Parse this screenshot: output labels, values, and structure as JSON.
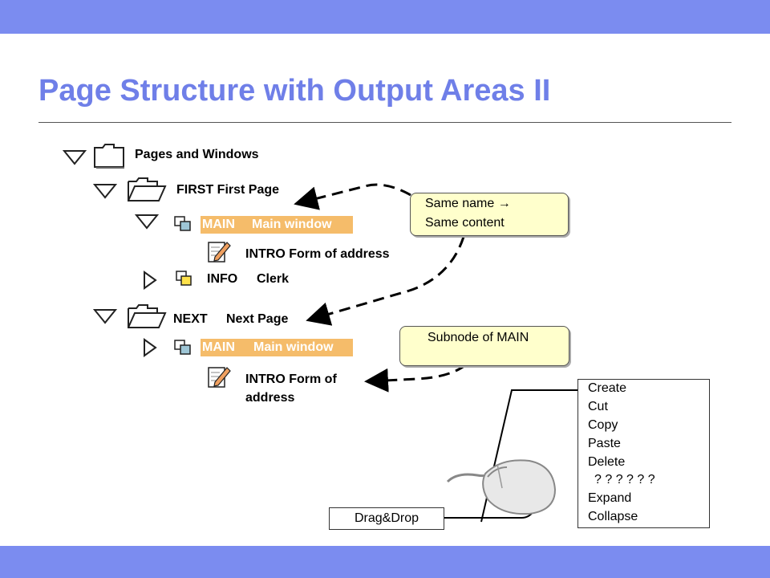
{
  "title": "Page Structure with Output Areas II",
  "tree": {
    "root_label": "Pages and Windows",
    "first_page": "FIRST First Page",
    "main1_name": "MAIN",
    "main1_desc": "Main window",
    "intro1": "INTRO Form of address",
    "info_name": "INFO",
    "info_desc": "Clerk",
    "next_name": "NEXT",
    "next_desc": "Next Page",
    "main2_name": "MAIN",
    "main2_desc": "Main window",
    "intro2_line1": "INTRO Form of",
    "intro2_line2": "address"
  },
  "callouts": {
    "same_line1": "Same name →",
    "same_line2": "Same content",
    "subnode": "Subnode of MAIN"
  },
  "context_menu": {
    "items": [
      "Create",
      "Cut",
      "Copy",
      "Paste",
      "Delete",
      "? ? ? ? ? ?",
      "Expand",
      "Collapse"
    ]
  },
  "drag_label": "Drag&Drop",
  "colors": {
    "band": "#7b8cf0",
    "title": "#6f7fe8",
    "highlight": "#f5bc6a",
    "callout_fill": "#ffffcc"
  }
}
